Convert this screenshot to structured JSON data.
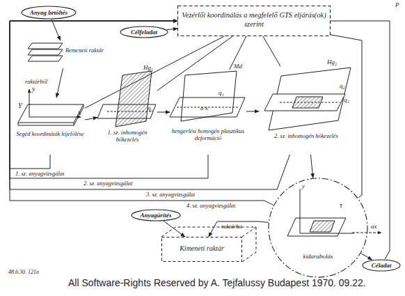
{
  "diagram": {
    "nodes": [
      {
        "text": [
          "Anyag betöltés"
        ]
      },
      {
        "text": [
          "Célfeladat"
        ]
      },
      {
        "text": [
          "Vezérlői koordinálás a megfelelő GTS eljárás(ok) szerint"
        ]
      },
      {
        "text": [
          "Bemeneti raktár"
        ]
      },
      {
        "text": [
          "Segéd koordináták kijelölése"
        ]
      },
      {
        "text": [
          "1. sz. inhomogén hőkezelés"
        ]
      },
      {
        "text": [
          "hengerlési homogén plasztikus deformáció"
        ]
      },
      {
        "text": [
          "2. sz. inhomogén hőkezelés"
        ]
      },
      {
        "text": [
          "kidarabolás"
        ]
      },
      {
        "text": [
          "Anyagürítés"
        ]
      },
      {
        "text": [
          "Kimeneti raktár"
        ]
      },
      {
        "text": [
          "Céladat"
        ]
      }
    ],
    "edges": [
      {
        "from": 0,
        "to": 3,
        "arrow": "to"
      },
      {
        "from": 1,
        "to": 2,
        "arrow": "to"
      },
      {
        "from": 3,
        "to": 4,
        "label": "raktárból",
        "arrow": "to"
      },
      {
        "from": 4,
        "to": 5,
        "arrow": "to"
      },
      {
        "from": 5,
        "to": 6,
        "arrow": "to"
      },
      {
        "from": 6,
        "to": 7,
        "arrow": "to"
      },
      {
        "from": 7,
        "to": 8,
        "arrow": "to"
      },
      {
        "from": 8,
        "to": 10,
        "label": "raktárba",
        "arrow": "to"
      },
      {
        "from": 9,
        "to": 10,
        "arrow": "to"
      },
      {
        "from": 8,
        "to": 11,
        "arrow": "to"
      },
      {
        "from": 2,
        "to": 4,
        "arrow": "none"
      },
      {
        "from": 2,
        "to": 5,
        "arrow": "none"
      },
      {
        "from": 2,
        "to": 6,
        "arrow": "none"
      },
      {
        "from": 2,
        "to": 7,
        "arrow": "none"
      },
      {
        "from": 2,
        "to": 8,
        "arrow": "none"
      },
      {
        "from": 2,
        "to": 11,
        "arrow": "none"
      },
      {
        "from": 4,
        "to": 2,
        "label": "1. sz. anyagvizsgálat",
        "arrow": "to"
      },
      {
        "from": 6,
        "to": 2,
        "label": "2. sz. anyagvizsgálat",
        "arrow": "to"
      },
      {
        "from": 7,
        "to": 2,
        "label": "3. sz. anyagvizsgálat",
        "arrow": "to"
      },
      {
        "from": 8,
        "to": 2,
        "label": "4. sz. anyagvizsgálat",
        "arrow": "to"
      }
    ],
    "labels": [
      "P",
      "y",
      "x",
      "Y",
      "Hg₁",
      "q₁",
      "Md",
      "q₁",
      "a·x",
      "Hg₂",
      "q₂",
      "q₁",
      "y",
      "τ",
      "ax",
      "48.6.30. 121a",
      "All Software-Rights Reserved by A. Tejfalussy Budapest 1970. 09.22."
    ]
  }
}
